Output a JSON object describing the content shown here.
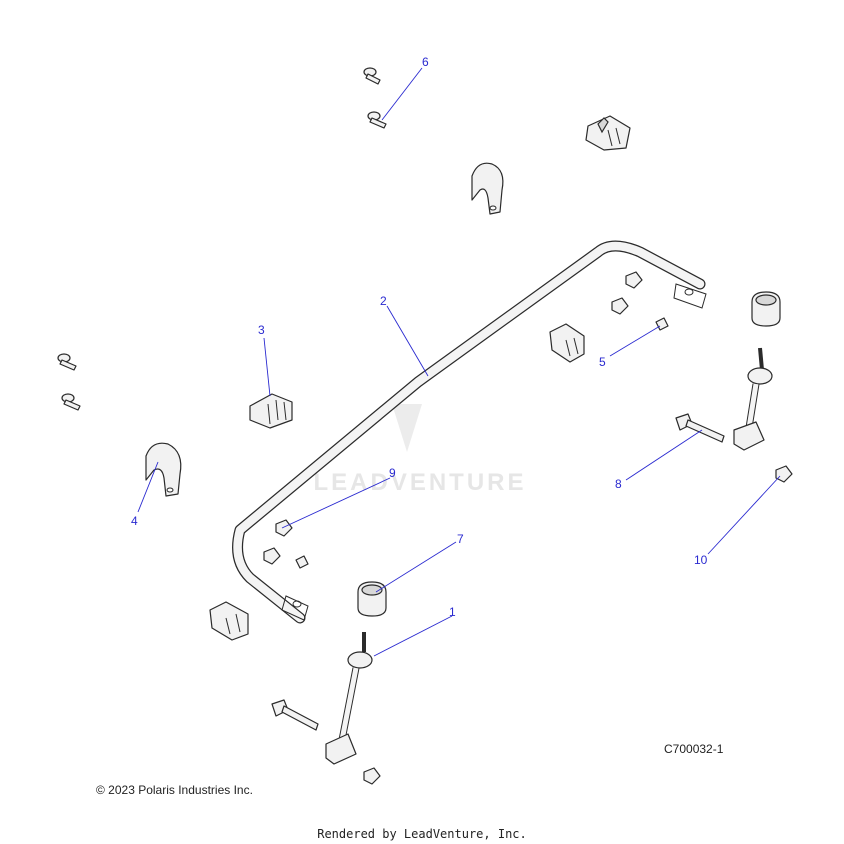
{
  "diagram": {
    "drawing_code": "C700032-1",
    "copyright": "© 2023 Polaris Industries Inc.",
    "rendered_by": "Rendered by LeadVenture, Inc.",
    "watermark": "LEADVENTURE",
    "callouts": [
      "1",
      "2",
      "3",
      "4",
      "5",
      "6",
      "7",
      "8",
      "9",
      "10"
    ]
  },
  "colors": {
    "callout": "#2a2ad0",
    "line": "#2b2b2b",
    "watermark": "#e6e6e6"
  }
}
